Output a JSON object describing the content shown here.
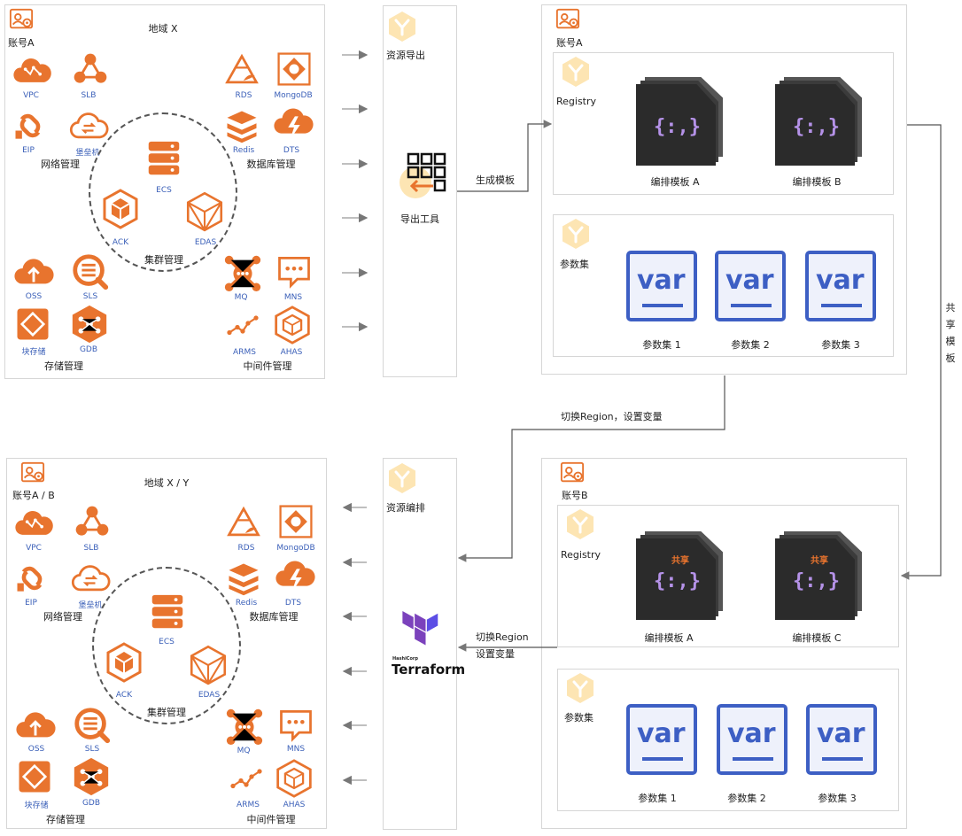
{
  "top_region": {
    "account": "账号A",
    "region": "地域 X",
    "network_group": "网络管理",
    "db_group": "数据库管理",
    "cluster_group": "集群管理",
    "storage_group": "存储管理",
    "middleware_group": "中间件管理",
    "icons": {
      "vpc": "VPC",
      "slb": "SLB",
      "eip": "EIP",
      "bastion": "堡垒机",
      "rds": "RDS",
      "mongodb": "MongoDB",
      "redis": "Redis",
      "dts": "DTS",
      "ecs": "ECS",
      "ack": "ACK",
      "edas": "EDAS",
      "oss": "OSS",
      "sls": "SLS",
      "block": "块存储",
      "gdb": "GDB",
      "mq": "MQ",
      "mns": "MNS",
      "arms": "ARMS",
      "ahas": "AHAS"
    }
  },
  "bottom_region": {
    "account": "账号A / B",
    "region": "地域 X / Y",
    "network_group": "网络管理",
    "db_group": "数据库管理",
    "cluster_group": "集群管理",
    "storage_group": "存储管理",
    "middleware_group": "中间件管理",
    "icons": {
      "vpc": "VPC",
      "slb": "SLB",
      "eip": "EIP",
      "bastion": "堡垒机",
      "rds": "RDS",
      "mongodb": "MongoDB",
      "redis": "Redis",
      "dts": "DTS",
      "ecs": "ECS",
      "ack": "ACK",
      "edas": "EDAS",
      "oss": "OSS",
      "sls": "SLS",
      "block": "块存储",
      "gdb": "GDB",
      "mq": "MQ",
      "mns": "MNS",
      "arms": "ARMS",
      "ahas": "AHAS"
    }
  },
  "export_panel": {
    "title": "资源导出",
    "tool_label": "导出工具",
    "arrow_label": "生成模板"
  },
  "orchestration_panel": {
    "title": "资源编排",
    "terraform_brand": "HashiCorp",
    "terraform_name": "Terraform",
    "arrow_label_line1": "切换Region",
    "arrow_label_line2": "设置变量"
  },
  "account_a_panel": {
    "account": "账号A",
    "registry_label": "Registry",
    "templates": [
      "编排模板 A",
      "编排模板 B"
    ],
    "param_label": "参数集",
    "params": [
      "参数集 1",
      "参数集 2",
      "参数集 3"
    ]
  },
  "account_b_panel": {
    "account": "账号B",
    "registry_label": "Registry",
    "templates": [
      "编排模板 A",
      "编排模板 C"
    ],
    "shared_tag": "共享",
    "param_label": "参数集",
    "params": [
      "参数集 1",
      "参数集 2",
      "参数集 3"
    ]
  },
  "connectors": {
    "switch_label": "切换Region，设置变量",
    "share_label": "共享模板",
    "template_glyph": "{:,}",
    "var_glyph": "var"
  },
  "colors": {
    "orange": "#e8742e",
    "yellow_icon": "#fde5b3",
    "dark_doc": "#2b2b2b",
    "var_blue": "#3d5fc4",
    "terraform_purple": "#7b42bc",
    "label_blue": "#3a5fb8"
  }
}
